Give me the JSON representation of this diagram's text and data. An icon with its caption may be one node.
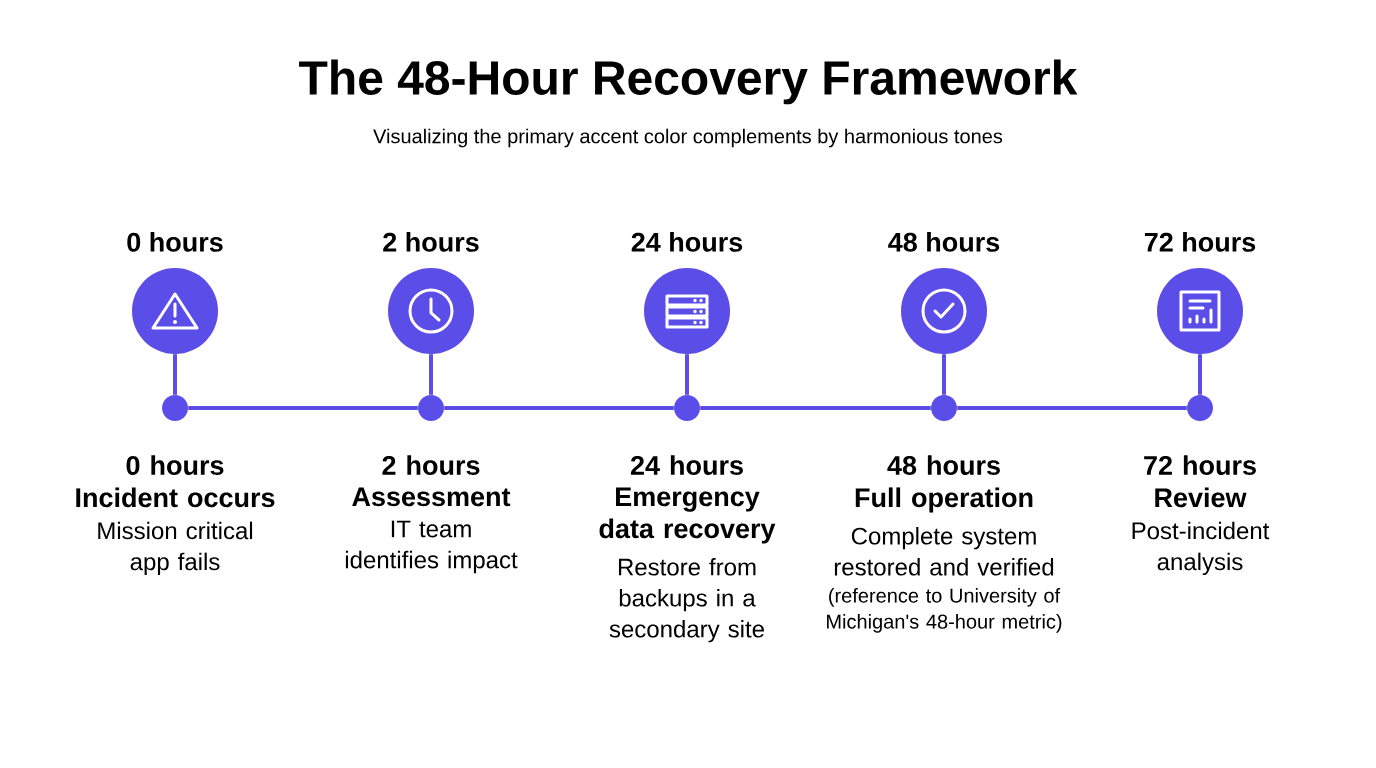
{
  "diagram": {
    "title": "The 48-Hour Recovery Framework",
    "caption": "Visualizing the primary accent color complements by harmonious tones",
    "nodes": [
      {
        "text": [],
        "shape": "circle",
        "beside": [
          "0 hours"
        ]
      },
      {
        "text": [],
        "shape": "circle",
        "beside": [
          "2 hours"
        ]
      },
      {
        "text": [],
        "shape": "circle",
        "beside": [
          "24 hours"
        ]
      },
      {
        "text": [],
        "shape": "circle",
        "beside": [
          "48 hours"
        ]
      },
      {
        "text": [],
        "shape": "circle",
        "beside": [
          "72 hours"
        ]
      },
      {
        "text": [],
        "shape": "circle",
        "beside": [
          "0 hours",
          "Incident occurs",
          "Mission critical app fails"
        ]
      },
      {
        "text": [],
        "shape": "circle",
        "beside": [
          "2 hours",
          "Assessment",
          "IT team identifies impact"
        ]
      },
      {
        "text": [],
        "shape": "circle",
        "beside": [
          "24 hours",
          "Emergency data recovery",
          "Restore from backups in a secondary site"
        ]
      },
      {
        "text": [],
        "shape": "circle",
        "beside": [
          "48 hours",
          "Full operation",
          "Complete system restored and verified",
          "(reference to University of Michigan's 48-hour metric)"
        ]
      },
      {
        "text": [],
        "shape": "circle",
        "beside": [
          "72 hours",
          "Review",
          "Post-incident analysis"
        ]
      }
    ],
    "edges": [
      {
        "from": 0,
        "to": 5,
        "arrow": "none"
      },
      {
        "from": 1,
        "to": 6,
        "arrow": "none"
      },
      {
        "from": 2,
        "to": 7,
        "arrow": "none"
      },
      {
        "from": 3,
        "to": 8,
        "arrow": "none"
      },
      {
        "from": 4,
        "to": 9,
        "arrow": "none"
      },
      {
        "from": 5,
        "to": 6,
        "arrow": "none"
      },
      {
        "from": 6,
        "to": 7,
        "arrow": "none"
      },
      {
        "from": 7,
        "to": 8,
        "arrow": "none"
      },
      {
        "from": 8,
        "to": 9,
        "arrow": "none"
      }
    ]
  }
}
